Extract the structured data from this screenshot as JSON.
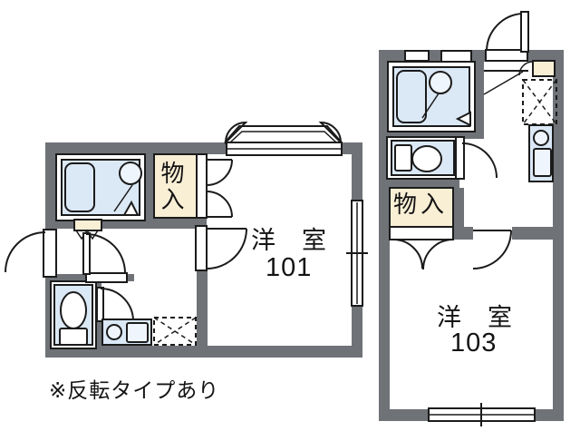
{
  "floor_plan": {
    "note": "※反転タイプあり",
    "units": [
      {
        "room_label": "洋室",
        "room_number": "101",
        "closet_label": "物入"
      },
      {
        "room_label": "洋室",
        "room_number": "103",
        "closet_label": "物入"
      }
    ],
    "colors": {
      "wall": "#6f7277",
      "water": "#dbe8f6",
      "storage_fill": "#f9efd5",
      "fixture_light": "#eff5fc",
      "line": "#1b1b1b",
      "background": "#ffffff"
    }
  }
}
